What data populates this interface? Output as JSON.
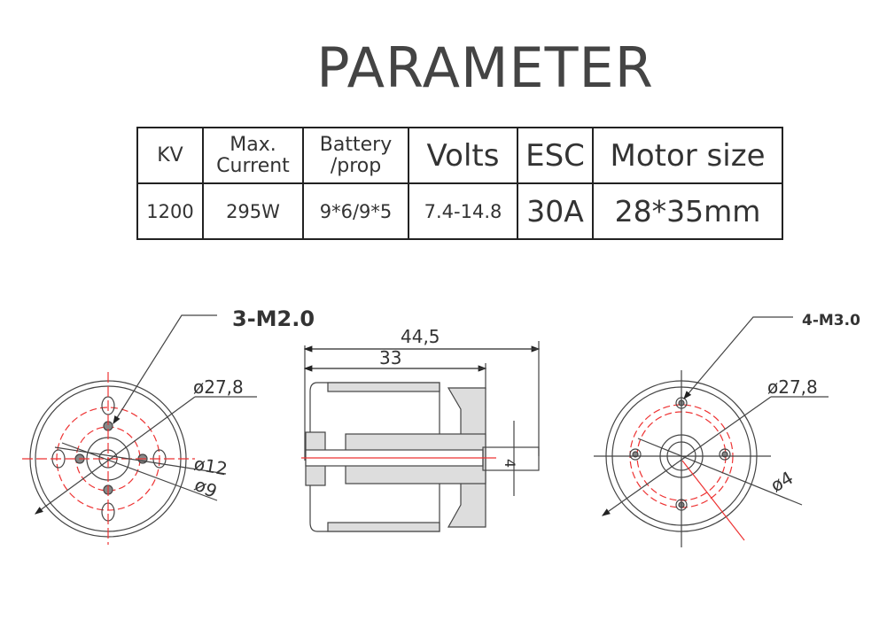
{
  "title": "PARAMETER",
  "table": {
    "headers": [
      "KV",
      "Max.\nCurrent",
      "Battery\n/prop",
      "Volts",
      "ESC",
      "Motor size"
    ],
    "header_lines": {
      "max1": "Max.",
      "max2": "Current",
      "bat1": "Battery",
      "bat2": "/prop"
    },
    "values": [
      "1200",
      "295W",
      "9*6/9*5",
      "7.4-14.8",
      "30A",
      "28*35mm"
    ]
  },
  "drawing": {
    "front_holes": "3-M2.0",
    "front_dia": "ø27,8",
    "front_d12": "ø12",
    "front_d9": "ø9",
    "len_total": "44,5",
    "len_body": "33",
    "shaft": "4",
    "rear_holes": "4-M3.0",
    "rear_dia": "ø27,8",
    "rear_d4": "ø4"
  }
}
